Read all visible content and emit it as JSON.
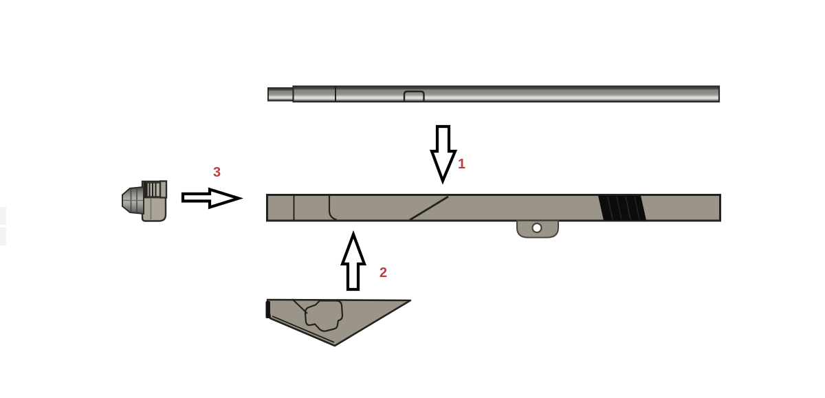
{
  "diagram": {
    "type": "assembly-instructions",
    "steps": [
      {
        "label": "1",
        "arrow": "arrow-down-icon",
        "from_part": "rod",
        "to_part": "rail"
      },
      {
        "label": "2",
        "arrow": "arrow-up-icon",
        "from_part": "fin",
        "to_part": "rail"
      },
      {
        "label": "3",
        "arrow": "arrow-right-icon",
        "from_part": "nose-cap",
        "to_part": "rail"
      }
    ],
    "parts": [
      {
        "name": "rod",
        "description": "long metallic rod, top"
      },
      {
        "name": "rail",
        "description": "long flat rail with black wrap band and tab with hole, middle"
      },
      {
        "name": "fin",
        "description": "triangular fin piece, bottom"
      },
      {
        "name": "nose-cap",
        "description": "small cone nose cap piece, left"
      }
    ],
    "colors": {
      "background": "#ffffff",
      "label_color": "#bf3b42",
      "part_fill": "#9b9489",
      "part_outline": "#24221e",
      "band_fill": "#0c0c0b",
      "arrow_fill": "#ffffff",
      "arrow_outline": "#000000",
      "metal_light": "#dfdfda",
      "metal_mid": "#8c8c86",
      "metal_dark": "#3a3a37",
      "body_tan": "#aba598"
    }
  }
}
